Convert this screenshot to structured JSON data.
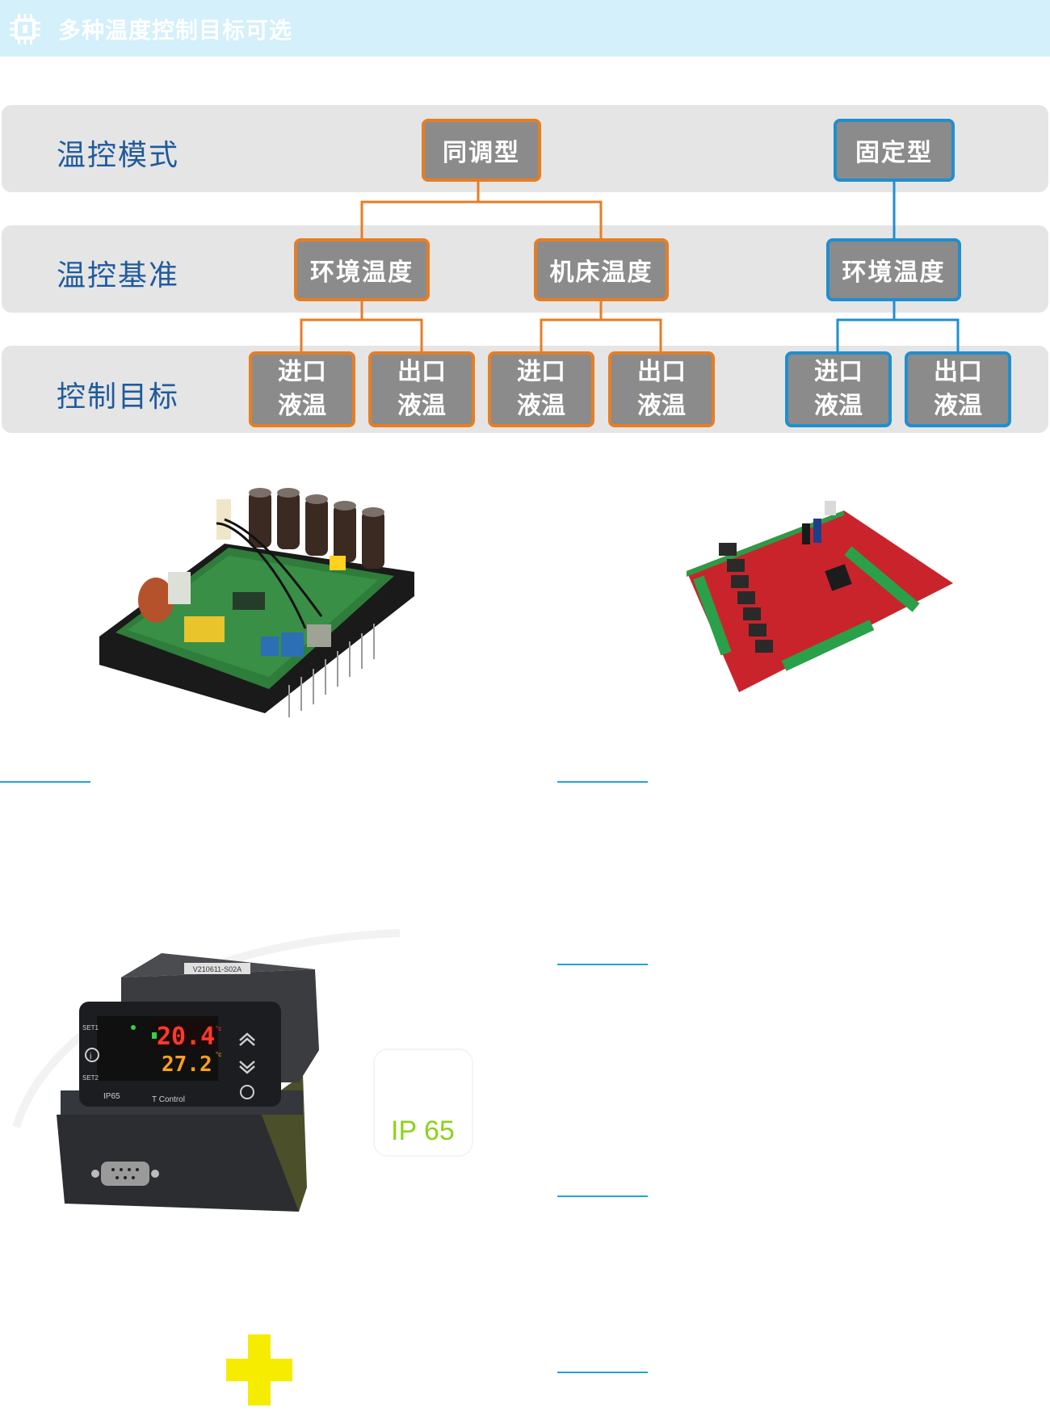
{
  "header": {
    "title": "多种温度控制目标可选",
    "icon": "chip-icon"
  },
  "rows": {
    "mode_label": "温控模式",
    "basis_label": "温控基准",
    "target_label": "控制目标"
  },
  "modes": {
    "synchronous": "同调型",
    "fixed": "固定型"
  },
  "basis": {
    "ambient_a": "环境温度",
    "machine": "机床温度",
    "ambient_b": "环境温度"
  },
  "targets": [
    {
      "line1": "进口",
      "line2": "液温"
    },
    {
      "line1": "出口",
      "line2": "液温"
    },
    {
      "line1": "进口",
      "line2": "液温"
    },
    {
      "line1": "出口",
      "line2": "液温"
    },
    {
      "line1": "进口",
      "line2": "液温"
    },
    {
      "line1": "出口",
      "line2": "液温"
    }
  ],
  "controller": {
    "label_top": "V210611-S02A",
    "display_1": "20.4",
    "display_2": "27.2",
    "unit": "°c",
    "ip_label": "IP65",
    "model_label": "T Control",
    "key_set1": "SET1",
    "key_set2": "SET2"
  },
  "badge": {
    "ip": "IP 65"
  },
  "colors": {
    "header_bg": "#d3f0fb",
    "label_blue": "#1f5a9c",
    "orange": "#e67e22",
    "blue": "#1f8fcf",
    "node_gray": "#8b8b8b",
    "band_gray": "#e5e5e5",
    "divider": "#1fa3dc",
    "plus": "#f5ec00",
    "ip_green": "#8ed21a"
  }
}
